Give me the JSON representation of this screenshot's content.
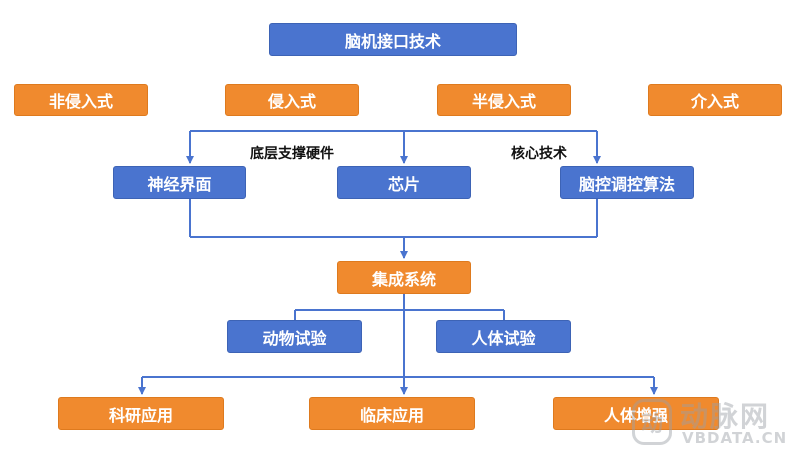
{
  "title": "脑机接口技术",
  "categories": [
    "非侵入式",
    "侵入式",
    "半侵入式",
    "介入式"
  ],
  "annotations": {
    "hardware": "底层支撑硬件",
    "core": "核心技术"
  },
  "components": [
    "神经界面",
    "芯片",
    "脑控调控算法"
  ],
  "integration": "集成系统",
  "trials": [
    "动物试验",
    "人体试验"
  ],
  "applications": [
    "科研应用",
    "临床应用",
    "人体增强"
  ],
  "watermark": {
    "mark": "动",
    "cn": "动脉网",
    "en": "VBDATA.CN"
  },
  "colors": {
    "blue": "#4a74cf",
    "orange": "#f08a2e",
    "line": "#4a74cf"
  }
}
